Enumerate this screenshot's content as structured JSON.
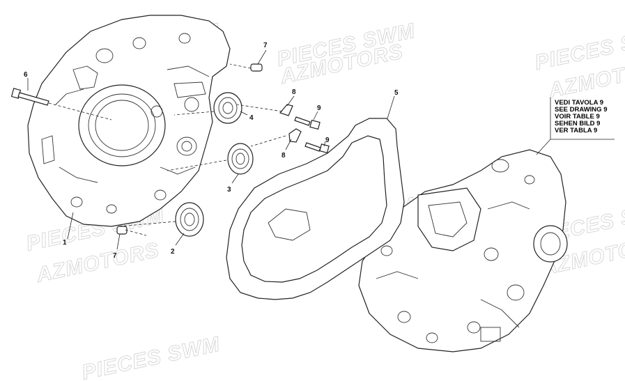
{
  "watermark": {
    "brand_top": "PIECES SWM",
    "brand_bottom": "AZMOTORS"
  },
  "callouts": {
    "c1": "1",
    "c2": "2",
    "c3": "3",
    "c4": "4",
    "c5": "5",
    "c6": "6",
    "c7a": "7",
    "c7b": "7",
    "c8a": "8",
    "c8b": "8",
    "c9a": "9",
    "c9b": "9"
  },
  "reference_note": {
    "lines": [
      "VEDI TAVOLA 9",
      "SEE DRAWING 9",
      "VOIR TABLE 9",
      "SEHEN BILD 9",
      "VER TABLA 9"
    ]
  }
}
